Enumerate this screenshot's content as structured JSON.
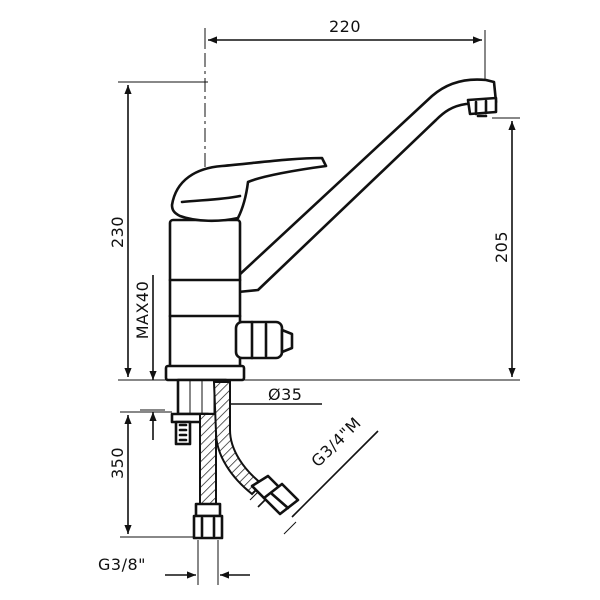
{
  "drawing": {
    "dimensions": {
      "spout_reach": "220",
      "total_height": "230",
      "spout_height": "205",
      "max_deck_thickness": "MAX40",
      "hose_length": "350",
      "base_diameter": "Ø35",
      "hose_thread": "G3/8\"",
      "inlet_thread": "G3/4\"M"
    }
  }
}
